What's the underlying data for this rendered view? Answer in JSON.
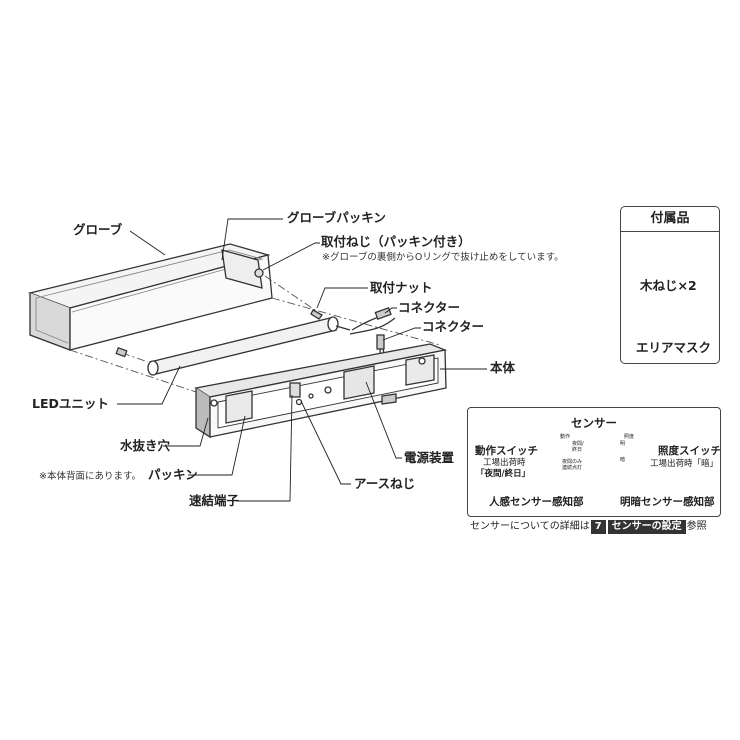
{
  "labels": {
    "globe": "グローブ",
    "globe_packing": "グローブパッキン",
    "mount_screw": "取付ねじ（パッキン付き）",
    "mount_screw_note": "※グローブの裏側からOリングで抜け止めをしています。",
    "mount_nut": "取付ナット",
    "connector1": "コネクター",
    "connector2": "コネクター",
    "body": "本体",
    "led_unit": "LEDユニット",
    "drain_hole": "水抜き穴",
    "drain_note": "※本体背面にあります。",
    "packing": "パッキン",
    "power_unit": "電源装置",
    "earth_screw": "アースねじ",
    "terminal": "速結端子"
  },
  "accessories": {
    "title": "付属品",
    "wood_screw": "木ねじ×2",
    "area_mask": "エリアマスク"
  },
  "sensor": {
    "title": "センサー",
    "operation_switch": "動作スイッチ",
    "operation_factory": "工場出荷時",
    "operation_default": "「夜間/終日」",
    "illuminance_switch": "照度スイッチ",
    "illuminance_factory": "工場出荷時「暗」",
    "human_sensor": "人感センサー感知部",
    "light_sensor": "明暗センサー感知部",
    "tiny_left_top": "動作",
    "tiny_left_1": "夜間/",
    "tiny_left_2": "終日",
    "tiny_left_3": "夜間のみ",
    "tiny_left_4": "連続点灯",
    "tiny_right_top": "照度",
    "tiny_right_1": "明",
    "tiny_right_2": "暗"
  },
  "footer": {
    "prefix": "センサーについての詳細は",
    "page": "7",
    "section": "センサーの設定",
    "suffix": "参照"
  }
}
